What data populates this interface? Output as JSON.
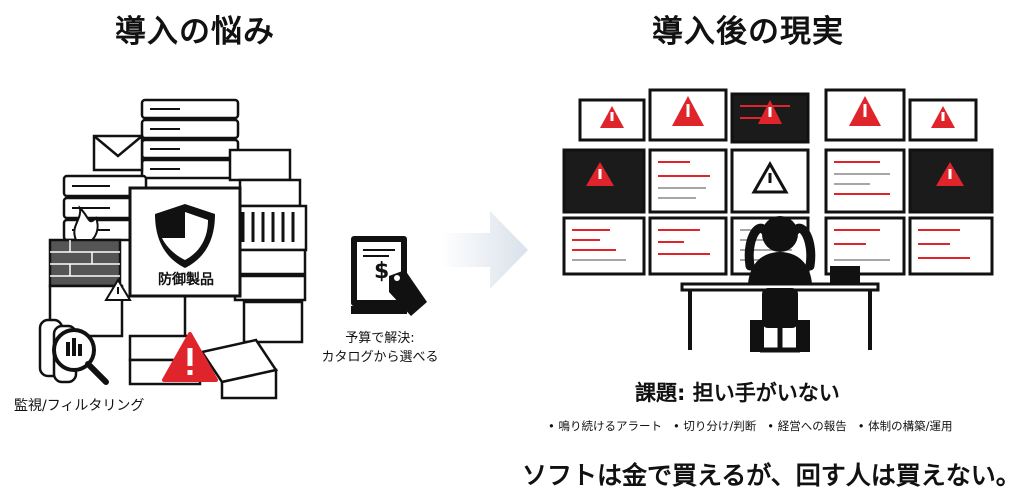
{
  "titles": {
    "left": "導入の悩み",
    "right": "導入後の現実"
  },
  "left_scene": {
    "product_label": "防御製品",
    "monitoring_label": "監視/フィルタリング"
  },
  "catalog": {
    "caption_line1": "予算で解決:",
    "caption_line2": "カタログから選べる",
    "price_symbol": "$"
  },
  "right_scene": {
    "issue": "課題: 担い手がいない",
    "bullets": [
      "• 鳴り続けるアラート",
      "• 切り分け/判断",
      "• 経営への報告",
      "• 体制の構築/運用"
    ]
  },
  "tagline": "ソフトは金で買えるが、回す人は買えない。",
  "colors": {
    "alert_red": "#e0242b",
    "ink": "#111111",
    "arrow": "#dfe6ef"
  }
}
